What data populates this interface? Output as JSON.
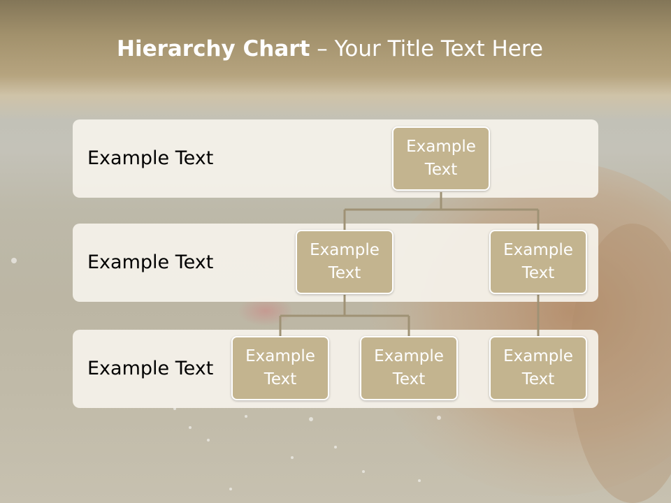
{
  "slide": {
    "title_bold": "Hierarchy Chart",
    "title_rest": " – Your Title Text Here"
  },
  "levels": [
    {
      "label": "Example Text"
    },
    {
      "label": "Example Text"
    },
    {
      "label": "Example Text"
    }
  ],
  "nodes": {
    "root": {
      "line1": "Example",
      "line2": "Text"
    },
    "left_manager": {
      "line1": "Example",
      "line2": "Text"
    },
    "right_manager": {
      "line1": "Example",
      "line2": "Text"
    },
    "left_report_1": {
      "line1": "Example",
      "line2": "Text"
    },
    "left_report_2": {
      "line1": "Example",
      "line2": "Text"
    },
    "right_report": {
      "line1": "Example",
      "line2": "Text"
    }
  },
  "colors": {
    "node_fill": "#c3b48f",
    "node_border": "#ffffff",
    "band_fill": "#f5f2eb",
    "connector": "#9f9275",
    "title_text": "#ffffff"
  }
}
